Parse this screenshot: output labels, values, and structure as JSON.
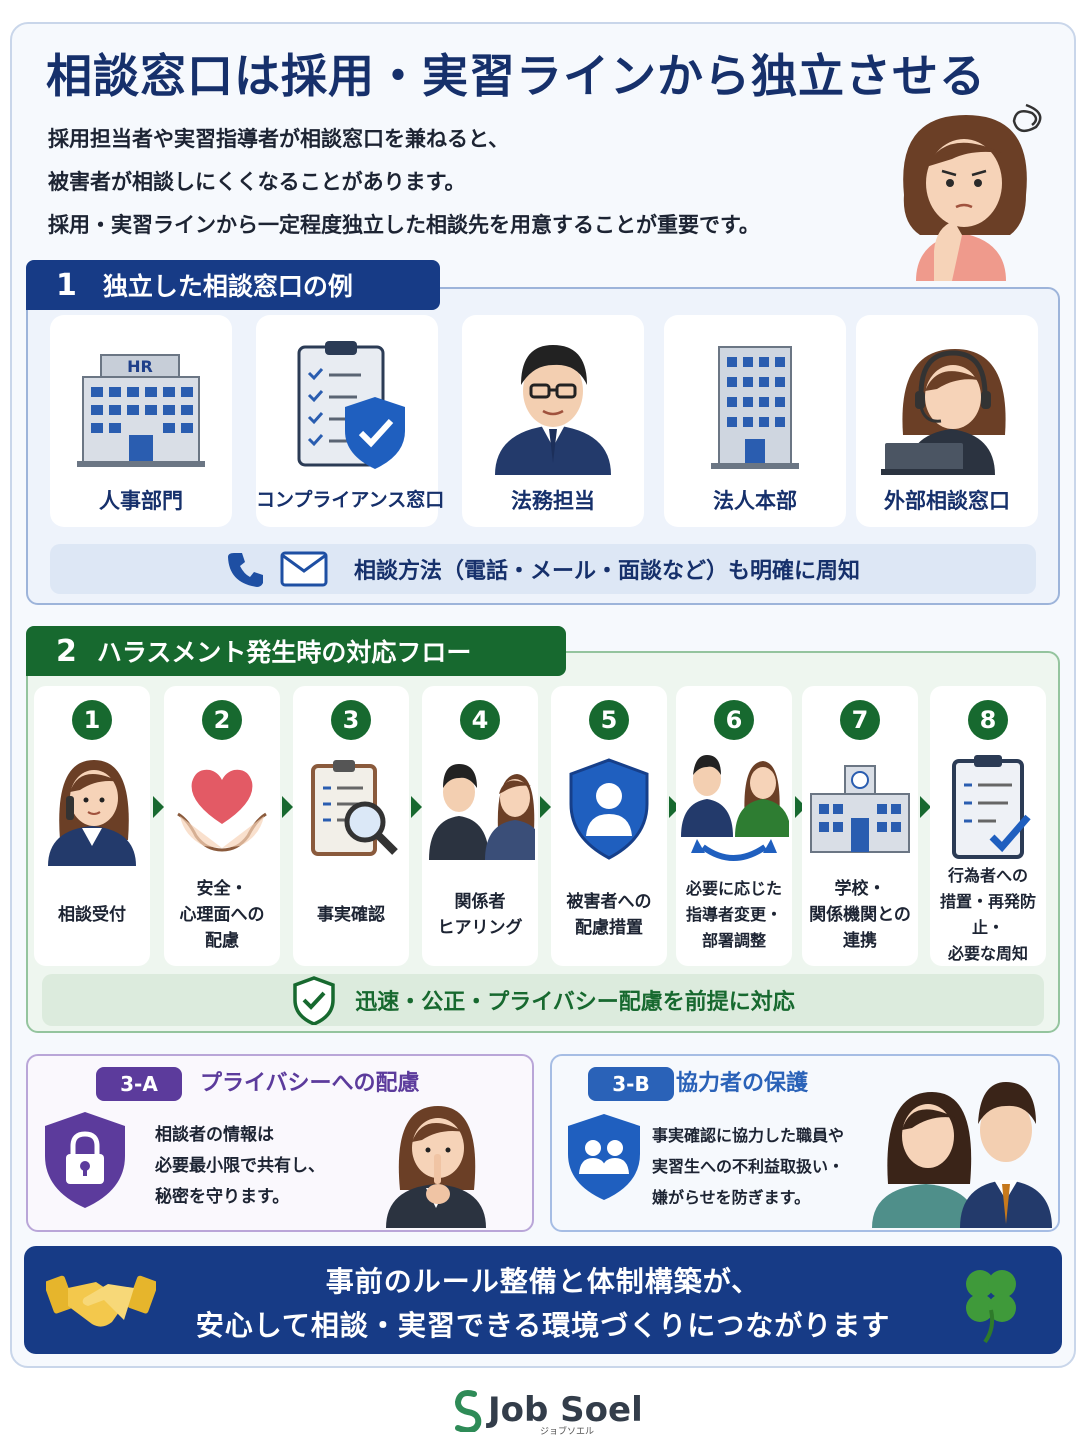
{
  "title": "相談窓口は採用・実習ラインから独立させる",
  "intro": [
    "採用担当者や実習指導者が相談窓口を兼ねると、",
    "被害者が相談しにくくなることがあります。",
    "採用・実習ラインから一定程度独立した相談先を用意することが重要です。"
  ],
  "section1": {
    "num": "1",
    "heading": "独立した相談窓口の例",
    "cards": [
      {
        "label": "人事部門",
        "icon": "hr-building-icon",
        "badge": "HR"
      },
      {
        "label": "コンプライアンス窓口",
        "icon": "compliance-shield-icon"
      },
      {
        "label": "法務担当",
        "icon": "legal-officer-icon"
      },
      {
        "label": "法人本部",
        "icon": "headquarters-building-icon"
      },
      {
        "label": "外部相談窓口",
        "icon": "external-operator-icon"
      }
    ],
    "contact": "相談方法（電話・メール・面談など）も明確に周知"
  },
  "section2": {
    "num": "2",
    "heading": "ハラスメント発生時の対応フロー",
    "steps": [
      {
        "n": "1",
        "label": "相談受付"
      },
      {
        "n": "2",
        "label": "安全・\n心理面への\n配慮"
      },
      {
        "n": "3",
        "label": "事実確認"
      },
      {
        "n": "4",
        "label": "関係者\nヒアリング"
      },
      {
        "n": "5",
        "label": "被害者への\n配慮措置"
      },
      {
        "n": "6",
        "label": "必要に応じた\n指導者変更・\n部署調整"
      },
      {
        "n": "7",
        "label": "学校・\n関係機関との\n連携"
      },
      {
        "n": "8",
        "label": "行為者への\n措置・再発防止・\n必要な周知"
      }
    ],
    "premise": "迅速・公正・プライバシー配慮を前提に対応"
  },
  "section3a": {
    "tag": "3-A",
    "heading": "プライバシーへの配慮",
    "lines": [
      "相談者の情報は",
      "必要最小限で共有し、",
      "秘密を守ります。"
    ]
  },
  "section3b": {
    "tag": "3-B",
    "heading": "協力者の保護",
    "lines": [
      "事実確認に協力した職員や",
      "実習生への不利益取扱い・",
      "嫌がらせを防ぎます。"
    ]
  },
  "footer": {
    "line1": "事前のルール整備と体制構築が、",
    "line2": "安心して相談・実習できる環境づくりにつながります"
  },
  "brand": {
    "name": "Job Soel",
    "sub": "ジョブソエル"
  },
  "colors": {
    "navy": "#173b86",
    "green": "#17692f",
    "purple": "#5c3b9c",
    "blue": "#2a62b8"
  }
}
